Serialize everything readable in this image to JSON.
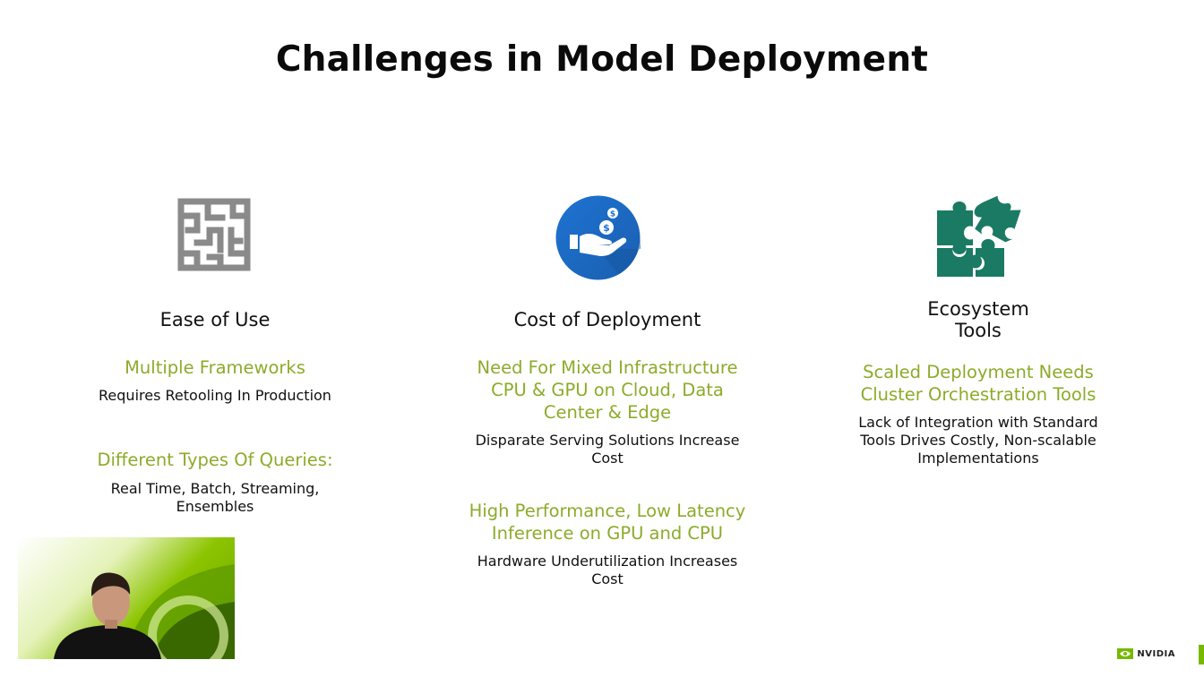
{
  "slide": {
    "title": "Challenges in Model Deployment"
  },
  "columns": [
    {
      "icon": "maze-icon",
      "heading": "Ease of Use",
      "blocks": [
        {
          "highlight": "Multiple Frameworks",
          "detail": [
            "Requires Retooling In Production"
          ]
        },
        {
          "highlight": "Different Types Of Queries:",
          "detail": [
            "Real Time, Batch, Streaming,",
            "Ensembles"
          ]
        }
      ]
    },
    {
      "icon": "hand-money-icon",
      "heading": "Cost of Deployment",
      "blocks": [
        {
          "highlight": [
            "Need For Mixed Infrastructure",
            "CPU & GPU on Cloud, Data",
            "Center & Edge"
          ],
          "detail": [
            "Disparate Serving Solutions Increase",
            "Cost"
          ]
        },
        {
          "highlight": [
            "High Performance, Low Latency",
            "Inference on GPU and CPU"
          ],
          "detail": [
            "Hardware Underutilization Increases",
            "Cost"
          ]
        }
      ]
    },
    {
      "icon": "puzzle-icon",
      "heading": [
        "Ecosystem",
        "Tools"
      ],
      "blocks": [
        {
          "highlight": [
            "Scaled Deployment Needs",
            "Cluster Orchestration Tools"
          ],
          "detail": [
            "Lack of Integration with Standard",
            "Tools Drives Costly, Non-scalable",
            "Implementations"
          ]
        }
      ]
    }
  ],
  "branding": {
    "logo_text": "NVIDIA",
    "accent_color": "#76b900",
    "highlight_color": "#8cab2a",
    "icon_blue": "#1e73d2",
    "icon_teal": "#1a7a63"
  }
}
